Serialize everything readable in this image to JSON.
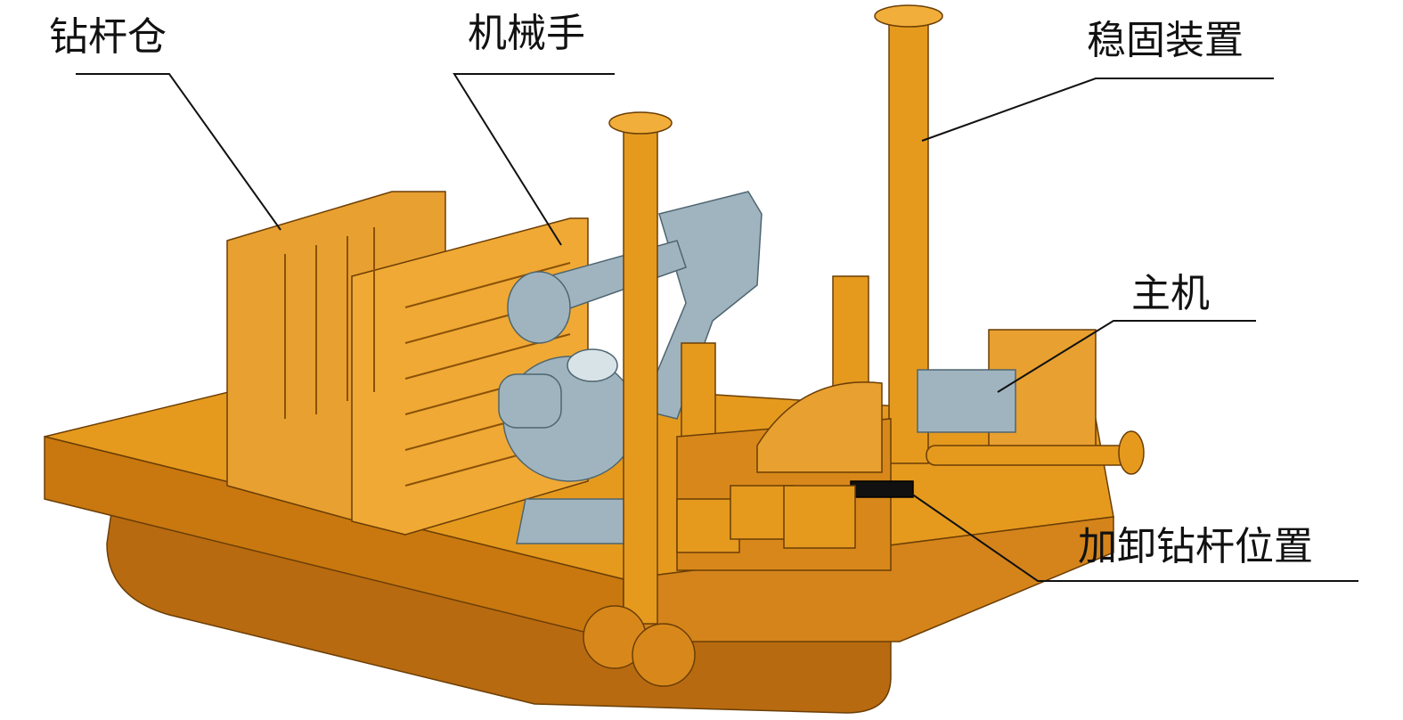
{
  "labels": {
    "drill_rod_magazine": "钻杆仓",
    "manipulator": "机械手",
    "stabilizer": "稳固装置",
    "main_unit": "主机",
    "rod_loading_position": "加卸钻杆位置"
  },
  "colors": {
    "body": "#E59A1E",
    "body_dark": "#B86A10",
    "body_light": "#F2AE3A",
    "robot": "#9FB4BE",
    "outline": "#6B3E06"
  }
}
